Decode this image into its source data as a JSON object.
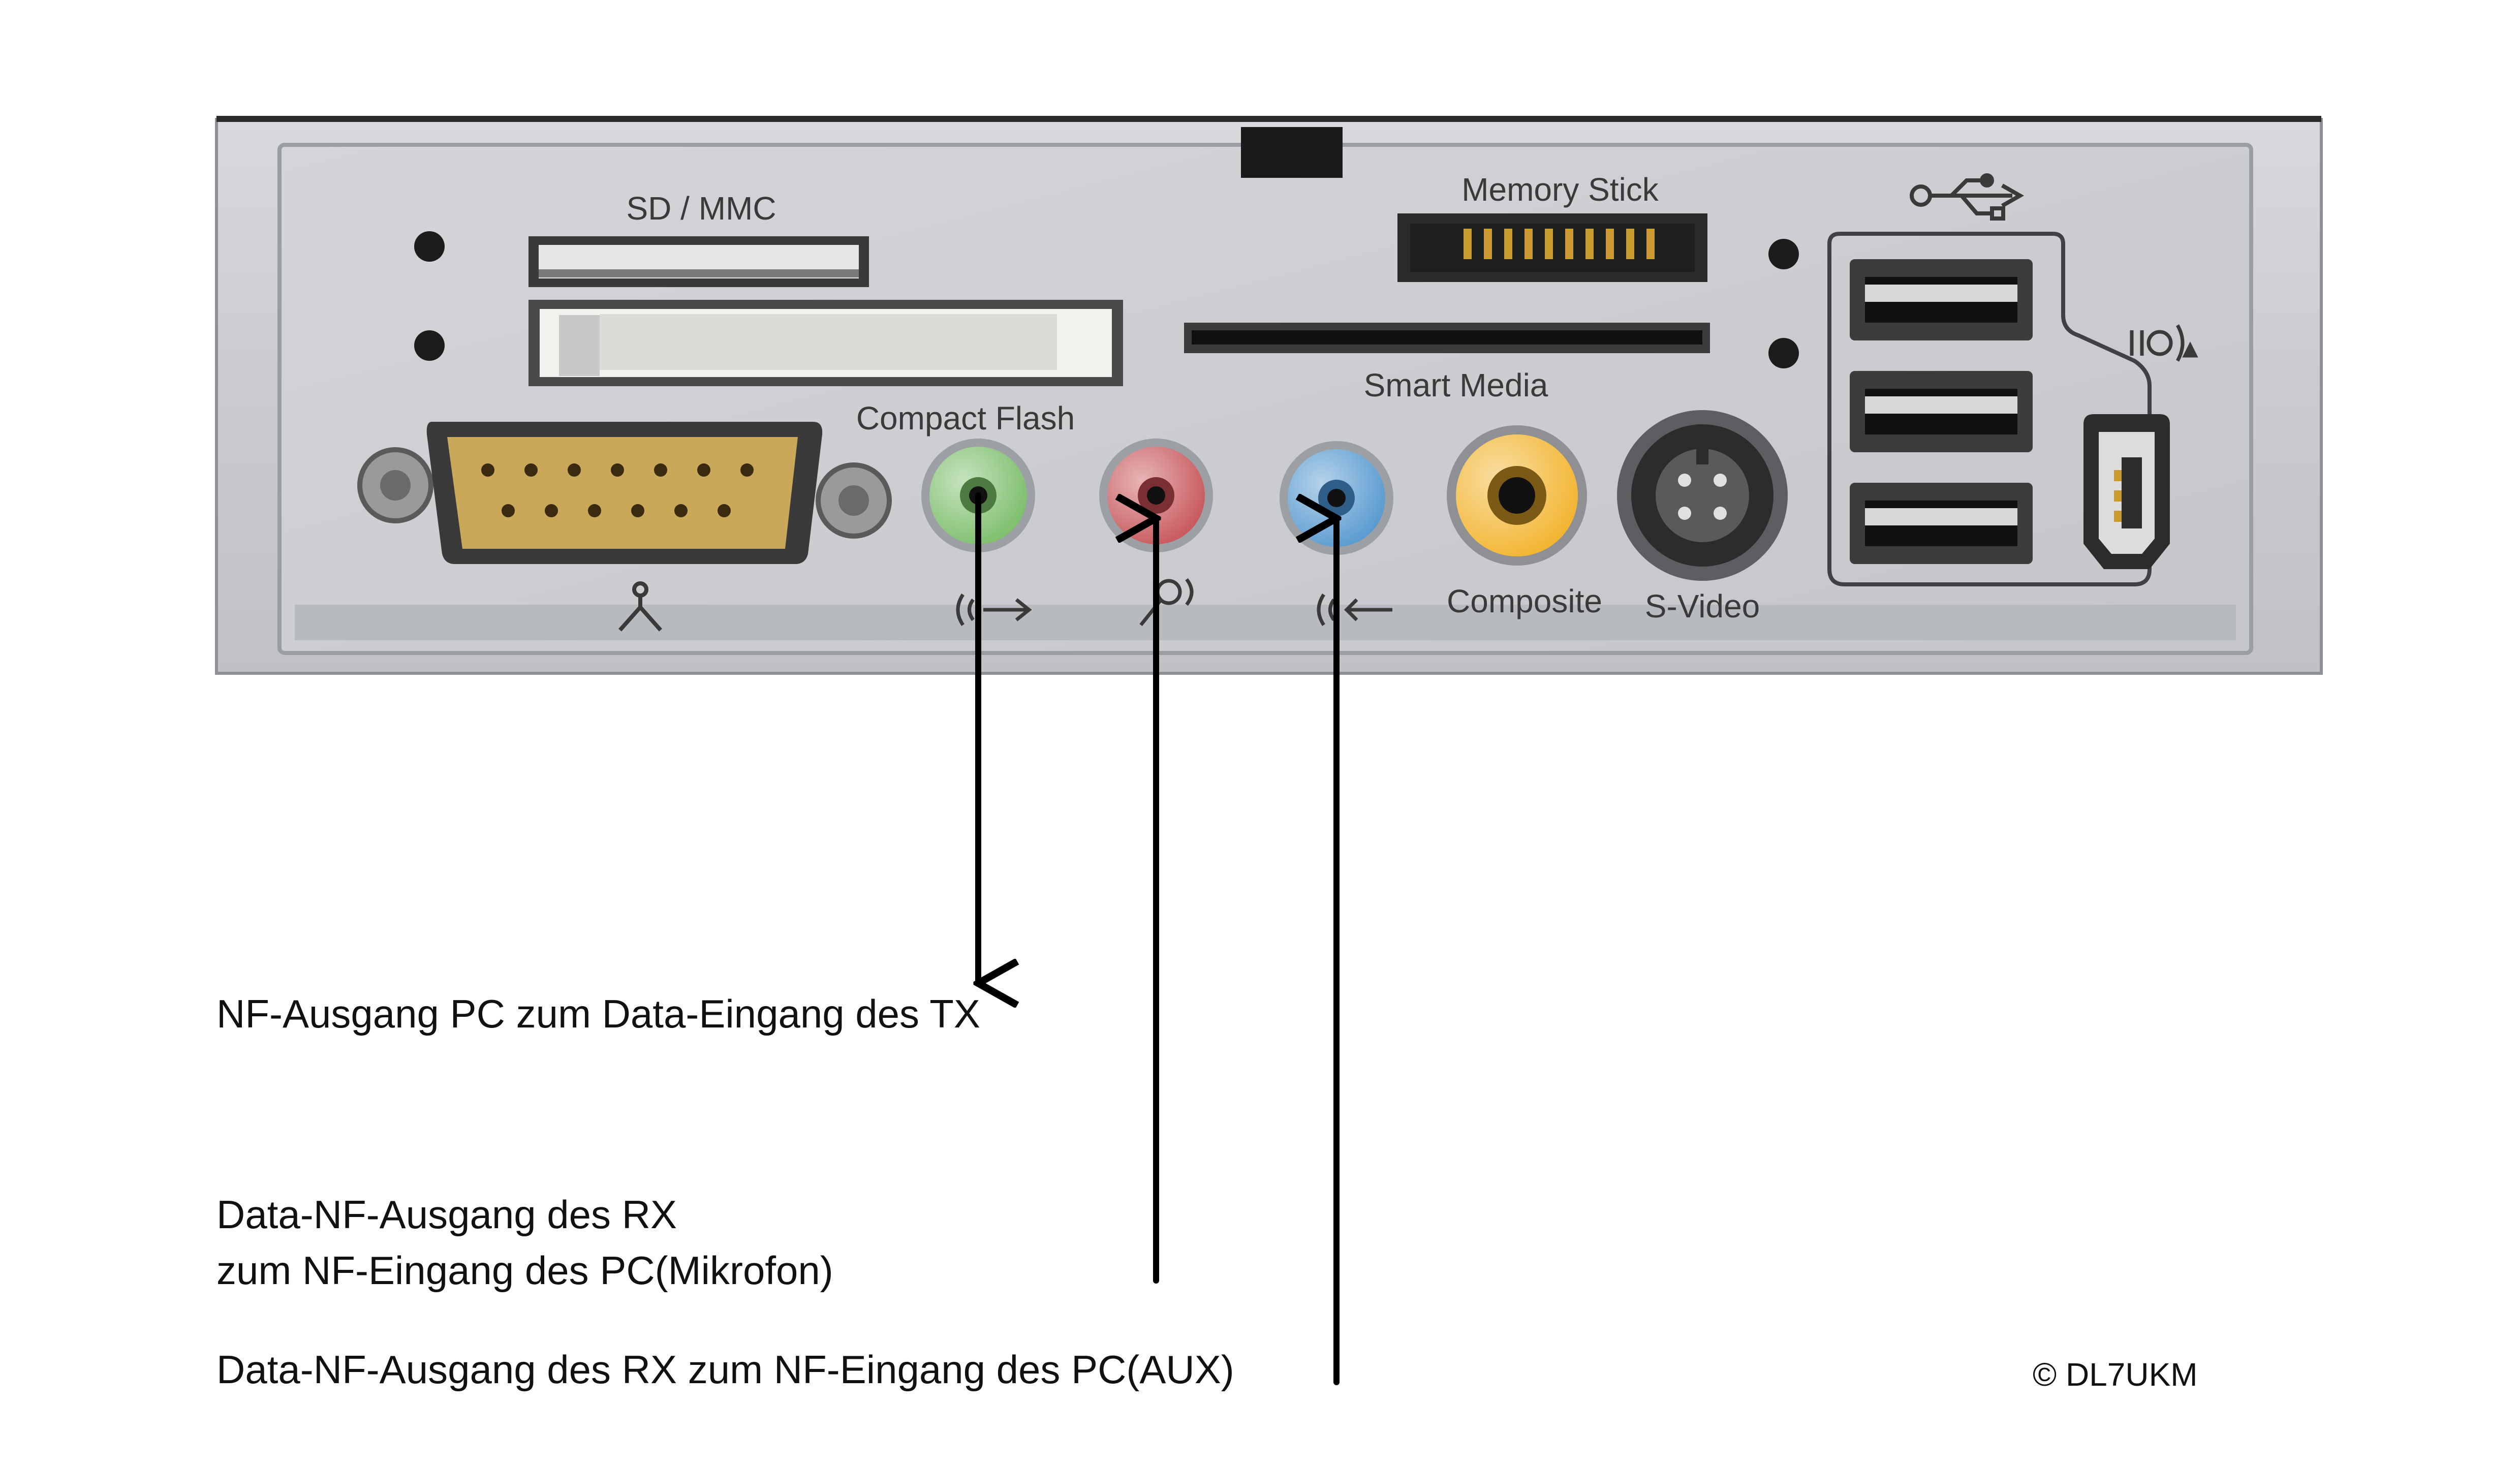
{
  "panel": {
    "labels": {
      "sd_mmc": "SD / MMC",
      "memory_stick": "Memory Stick",
      "compact_flash": "Compact Flash",
      "smart_media": "Smart Media",
      "composite": "Composite",
      "s_video": "S-Video"
    },
    "jack_colors": {
      "green": "#7fbf6e",
      "red": "#c85a5e",
      "blue": "#5a9bd0",
      "yellow": "#f2b531"
    }
  },
  "annotations": {
    "tx_line": "NF-Ausgang PC zum Data-Eingang des TX",
    "mic_line_1": "Data-NF-Ausgang des RX",
    "mic_line_2": "zum NF-Eingang des PC(Mikrofon)",
    "aux_line": "Data-NF-Ausgang des RX zum NF-Eingang des PC(AUX)"
  },
  "copyright": "© DL7UKM",
  "icons": [
    "gameport-icon",
    "line-out-icon",
    "microphone-icon",
    "line-in-icon",
    "usb-icon",
    "firewire-icon"
  ]
}
